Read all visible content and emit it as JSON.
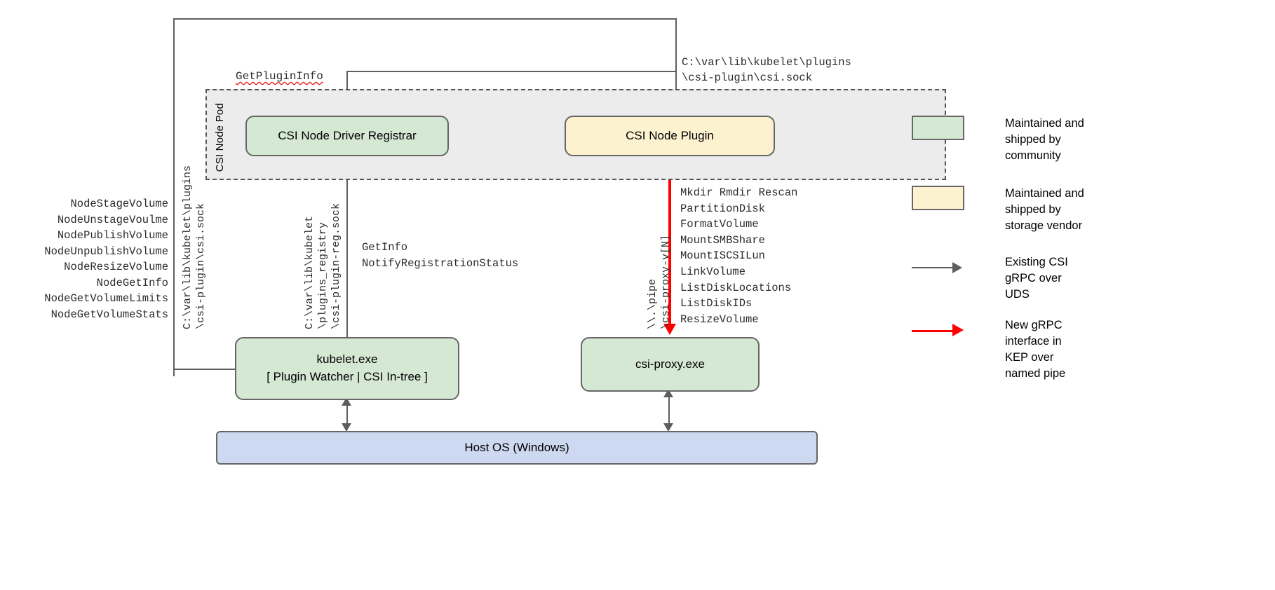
{
  "diagram": {
    "pod_label": "CSI Node Pod",
    "boxes": {
      "registrar": "CSI Node Driver Registrar",
      "plugin": "CSI Node Plugin",
      "kubelet_line1": "kubelet.exe",
      "kubelet_line2": "[ Plugin Watcher | CSI In-tree ]",
      "csi_proxy": "csi-proxy.exe",
      "host_os": "Host OS (Windows)"
    },
    "labels": {
      "get_plugin_info": "GetPluginInfo",
      "plugin_socket_path": "C:\\var\\lib\\kubelet\\plugins\n\\csi-plugin\\csi.sock",
      "registrar_rpcs": "GetInfo\nNotifyRegistrationStatus",
      "node_rpcs": "NodeStageVolume\nNodeUnstageVoulme\nNodePublishVolume\nNodeUnpublishVolume\nNodeResizeVolume\nNodeGetInfo\nNodeGetVolumeLimits\nNodeGetVolumeStats",
      "csi_sock_rotated": "C:\\var\\lib\\kubelet\\plugins\n\\csi-plugin\\csi.sock",
      "reg_sock_rotated": "C:\\var\\lib\\kubelet\n\\plugins_registry\n\\csi-plugin-reg.sock",
      "named_pipe_rotated": "\\\\.\\pipe\n\\csi-proxy-v[N]",
      "proxy_commands": "Mkdir Rmdir Rescan\nPartitionDisk\nFormatVolume\nMountSMBShare\nMountISCSILun\nLinkVolume\nListDiskLocations\nListDiskIDs\nResizeVolume"
    },
    "colors": {
      "community_green": "#d5e8d4",
      "vendor_yellow": "#fdf2d0",
      "host_blue": "#ccd9f0",
      "pod_grey": "#ececec",
      "existing_arrow": "#5e5e5e",
      "new_arrow": "#ff0000"
    }
  },
  "legend": {
    "items": [
      {
        "kind": "swatch",
        "color": "#d5e8d4",
        "text": "Maintained and\nshipped by\ncommunity"
      },
      {
        "kind": "swatch",
        "color": "#fdf2d0",
        "text": "Maintained and\nshipped by\nstorage vendor"
      },
      {
        "kind": "arrow",
        "color": "#5e5e5e",
        "text": "Existing CSI\ngRPC over\nUDS"
      },
      {
        "kind": "arrow",
        "color": "#ff0000",
        "text": "New gRPC\ninterface in\nKEP over\nnamed pipe"
      }
    ]
  }
}
